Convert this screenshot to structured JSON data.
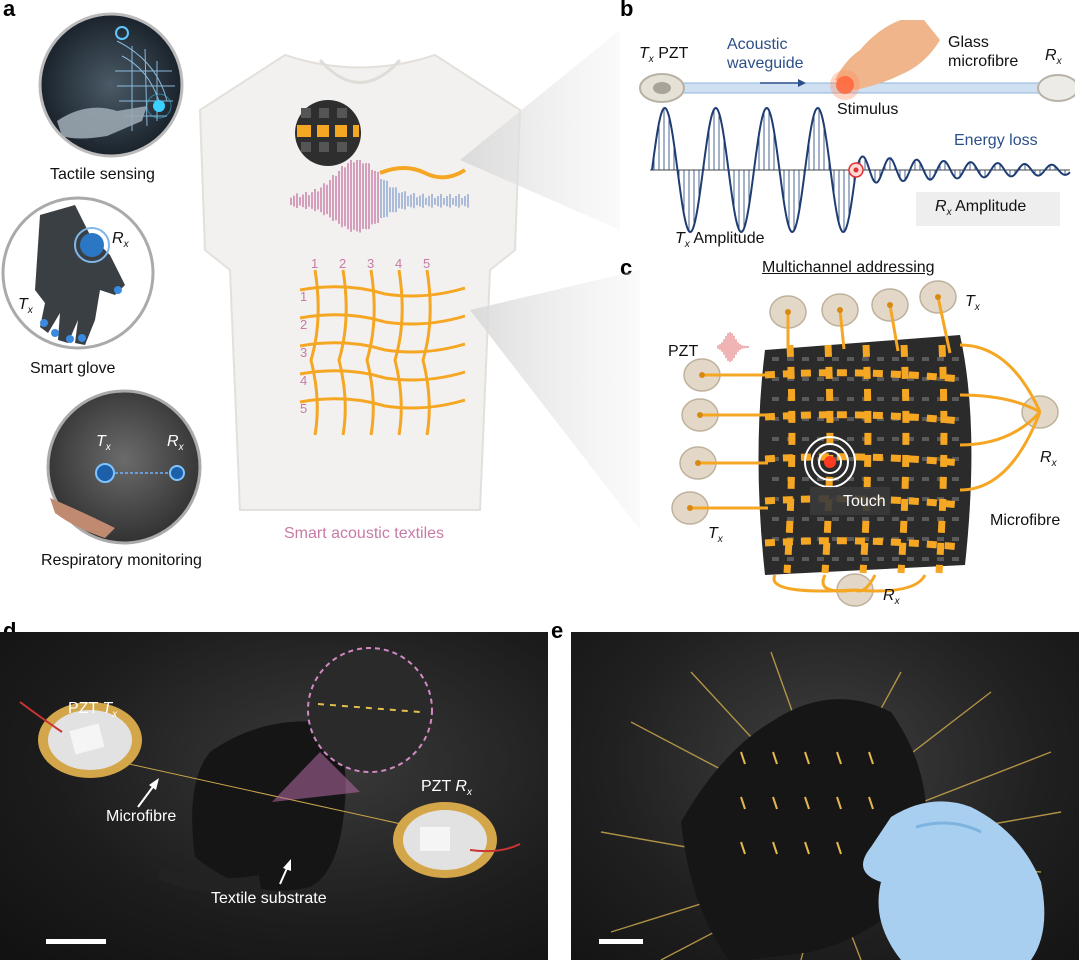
{
  "panels": {
    "a": "a",
    "b": "b",
    "c": "c",
    "d": "d",
    "e": "e"
  },
  "panel_a": {
    "tactile_sensing": "Tactile sensing",
    "smart_glove": "Smart glove",
    "respiratory_monitoring": "Respiratory monitoring",
    "smart_acoustic_textiles": "Smart acoustic textiles",
    "glove_rx": "R",
    "glove_rx_sub": "x",
    "glove_tx": "T",
    "glove_tx_sub": "x",
    "resp_tx": "T",
    "resp_tx_sub": "x",
    "resp_rx": "R",
    "resp_rx_sub": "x",
    "grid_columns": [
      "1",
      "2",
      "3",
      "4",
      "5"
    ],
    "grid_rows": [
      "1",
      "2",
      "3",
      "4",
      "5"
    ]
  },
  "panel_b": {
    "tx": "T",
    "tx_sub": "x",
    "tx_pzt": " PZT",
    "acoustic": "Acoustic",
    "waveguide": "waveguide",
    "glass": "Glass",
    "microfibre": "microfibre",
    "rx": "R",
    "rx_sub": "x",
    "stimulus": "Stimulus",
    "energy_loss": "Energy loss",
    "rx_amp": "R",
    "rx_amp_sub": "x",
    "rx_amp_label": " Amplitude",
    "tx_amp": "T",
    "tx_amp_sub": "x",
    "tx_amp_label": " Amplitude"
  },
  "panel_c": {
    "title": "Multichannel addressing",
    "tx_top": "T",
    "tx_top_sub": "x",
    "pzt": "PZT",
    "rx_right": "R",
    "rx_right_sub": "x",
    "touch": "Touch",
    "microfibre": "Microfibre",
    "tx_bottom": "T",
    "tx_bottom_sub": "x",
    "rx_bottom": "R",
    "rx_bottom_sub": "x"
  },
  "panel_d": {
    "pzt_tx": "PZT ",
    "pzt_tx_t": "T",
    "pzt_tx_sub": "x",
    "microfibre": "Microfibre",
    "pzt_rx": "PZT ",
    "pzt_rx_r": "R",
    "pzt_rx_sub": "x",
    "textile_substrate": "Textile substrate"
  },
  "colors": {
    "orange": "#f5a623",
    "dark_fabric": "#2a2a2a",
    "blue_text": "#2b4f8a",
    "pink_text": "#c77ba6",
    "wave": "#1f3d73"
  }
}
